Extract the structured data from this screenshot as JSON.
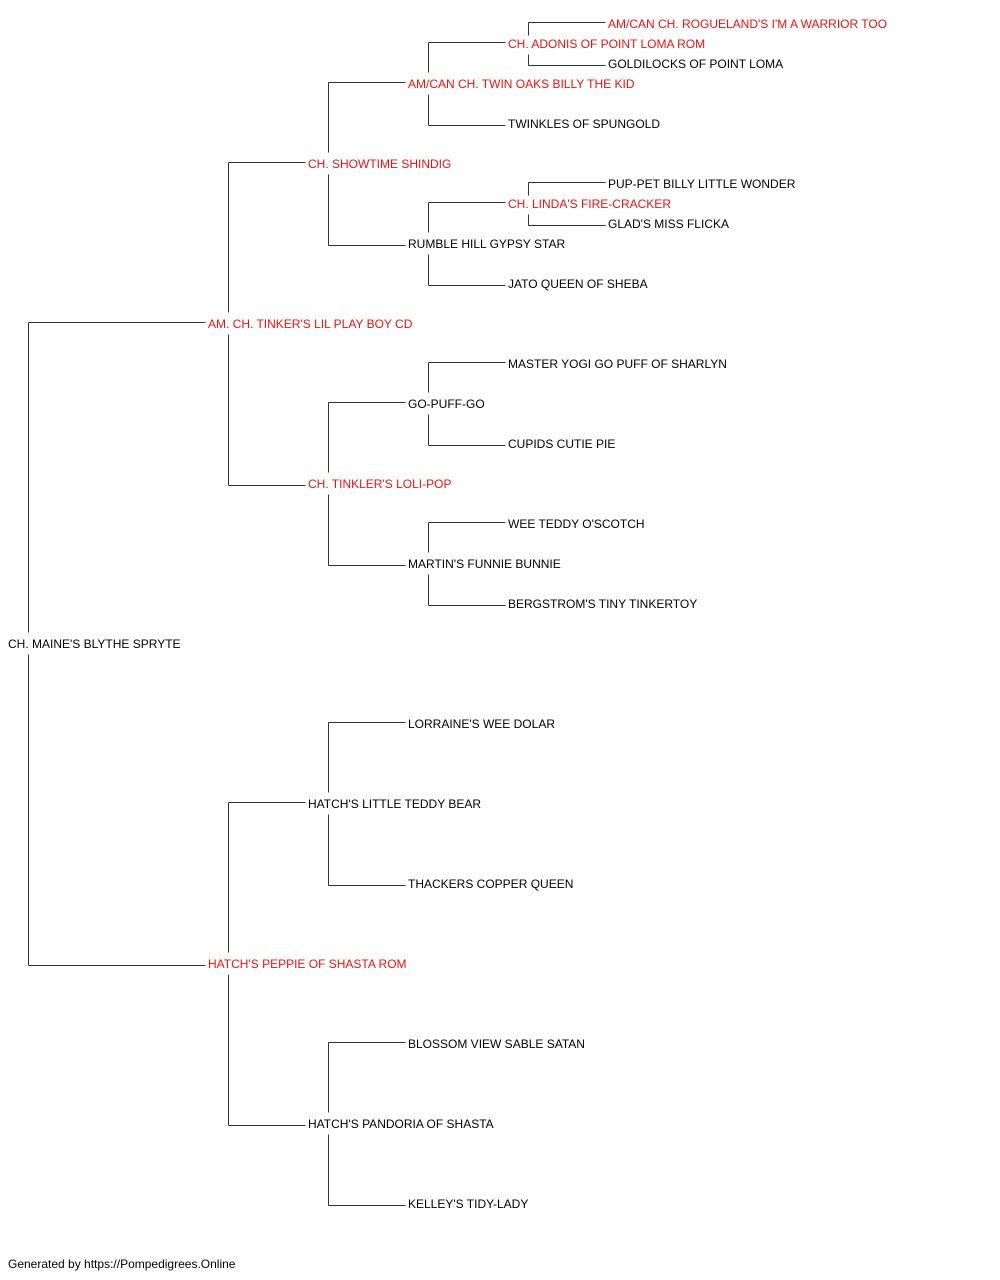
{
  "colors": {
    "champion": "#ee1111",
    "normal": "#000000",
    "line": "#333333"
  },
  "root": {
    "name": "CH. MAINE'S BLYTHE SPRYTE",
    "champion": false
  },
  "sire": {
    "name": "AM. CH. TINKER'S LIL PLAY BOY CD",
    "champion": true
  },
  "dam": {
    "name": "HATCH'S PEPPIE OF SHASTA ROM",
    "champion": true
  },
  "sire_sire": {
    "name": "CH. SHOWTIME SHINDIG",
    "champion": true
  },
  "sire_dam": {
    "name": "CH. TINKLER'S LOLI-POP",
    "champion": true
  },
  "dam_sire": {
    "name": "HATCH'S LITTLE TEDDY BEAR",
    "champion": false
  },
  "dam_dam": {
    "name": "HATCH'S PANDORIA OF SHASTA",
    "champion": false
  },
  "ss_sire": {
    "name": "AM/CAN CH. TWIN OAKS BILLY THE KID",
    "champion": true
  },
  "ss_dam": {
    "name": "RUMBLE HILL GYPSY STAR",
    "champion": false
  },
  "sd_sire": {
    "name": "GO-PUFF-GO",
    "champion": false
  },
  "sd_dam": {
    "name": "MARTIN'S FUNNIE BUNNIE",
    "champion": false
  },
  "ds_sire": {
    "name": "LORRAINE'S WEE DOLAR",
    "champion": false
  },
  "ds_dam": {
    "name": "THACKERS COPPER QUEEN",
    "champion": false
  },
  "dd_sire": {
    "name": "BLOSSOM VIEW SABLE SATAN",
    "champion": false
  },
  "dd_dam": {
    "name": "KELLEY'S TIDY-LADY",
    "champion": false
  },
  "sss_sire": {
    "name": "CH. ADONIS OF POINT LOMA ROM",
    "champion": true
  },
  "sss_dam": {
    "name": "TWINKLES OF SPUNGOLD",
    "champion": false
  },
  "ssd_sire": {
    "name": "CH. LINDA'S FIRE-CRACKER",
    "champion": true
  },
  "ssd_dam": {
    "name": "JATO QUEEN OF SHEBA",
    "champion": false
  },
  "sds_sire": {
    "name": "MASTER YOGI GO PUFF OF SHARLYN",
    "champion": false
  },
  "sds_dam": {
    "name": "CUPIDS CUTIE PIE",
    "champion": false
  },
  "sdd_sire": {
    "name": "WEE TEDDY O'SCOTCH",
    "champion": false
  },
  "sdd_dam": {
    "name": "BERGSTROM'S TINY TINKERTOY",
    "champion": false
  },
  "ssss_sire": {
    "name": "AM/CAN CH. ROGUELAND'S I'M A WARRIOR TOO",
    "champion": true
  },
  "ssss_dam": {
    "name": "GOLDILOCKS OF POINT LOMA",
    "champion": false
  },
  "ssds_sire": {
    "name": "PUP-PET BILLY LITTLE WONDER",
    "champion": false
  },
  "ssds_dam": {
    "name": "GLAD'S MISS FLICKA",
    "champion": false
  },
  "footer": "Generated by https://Pompedigrees.Online"
}
